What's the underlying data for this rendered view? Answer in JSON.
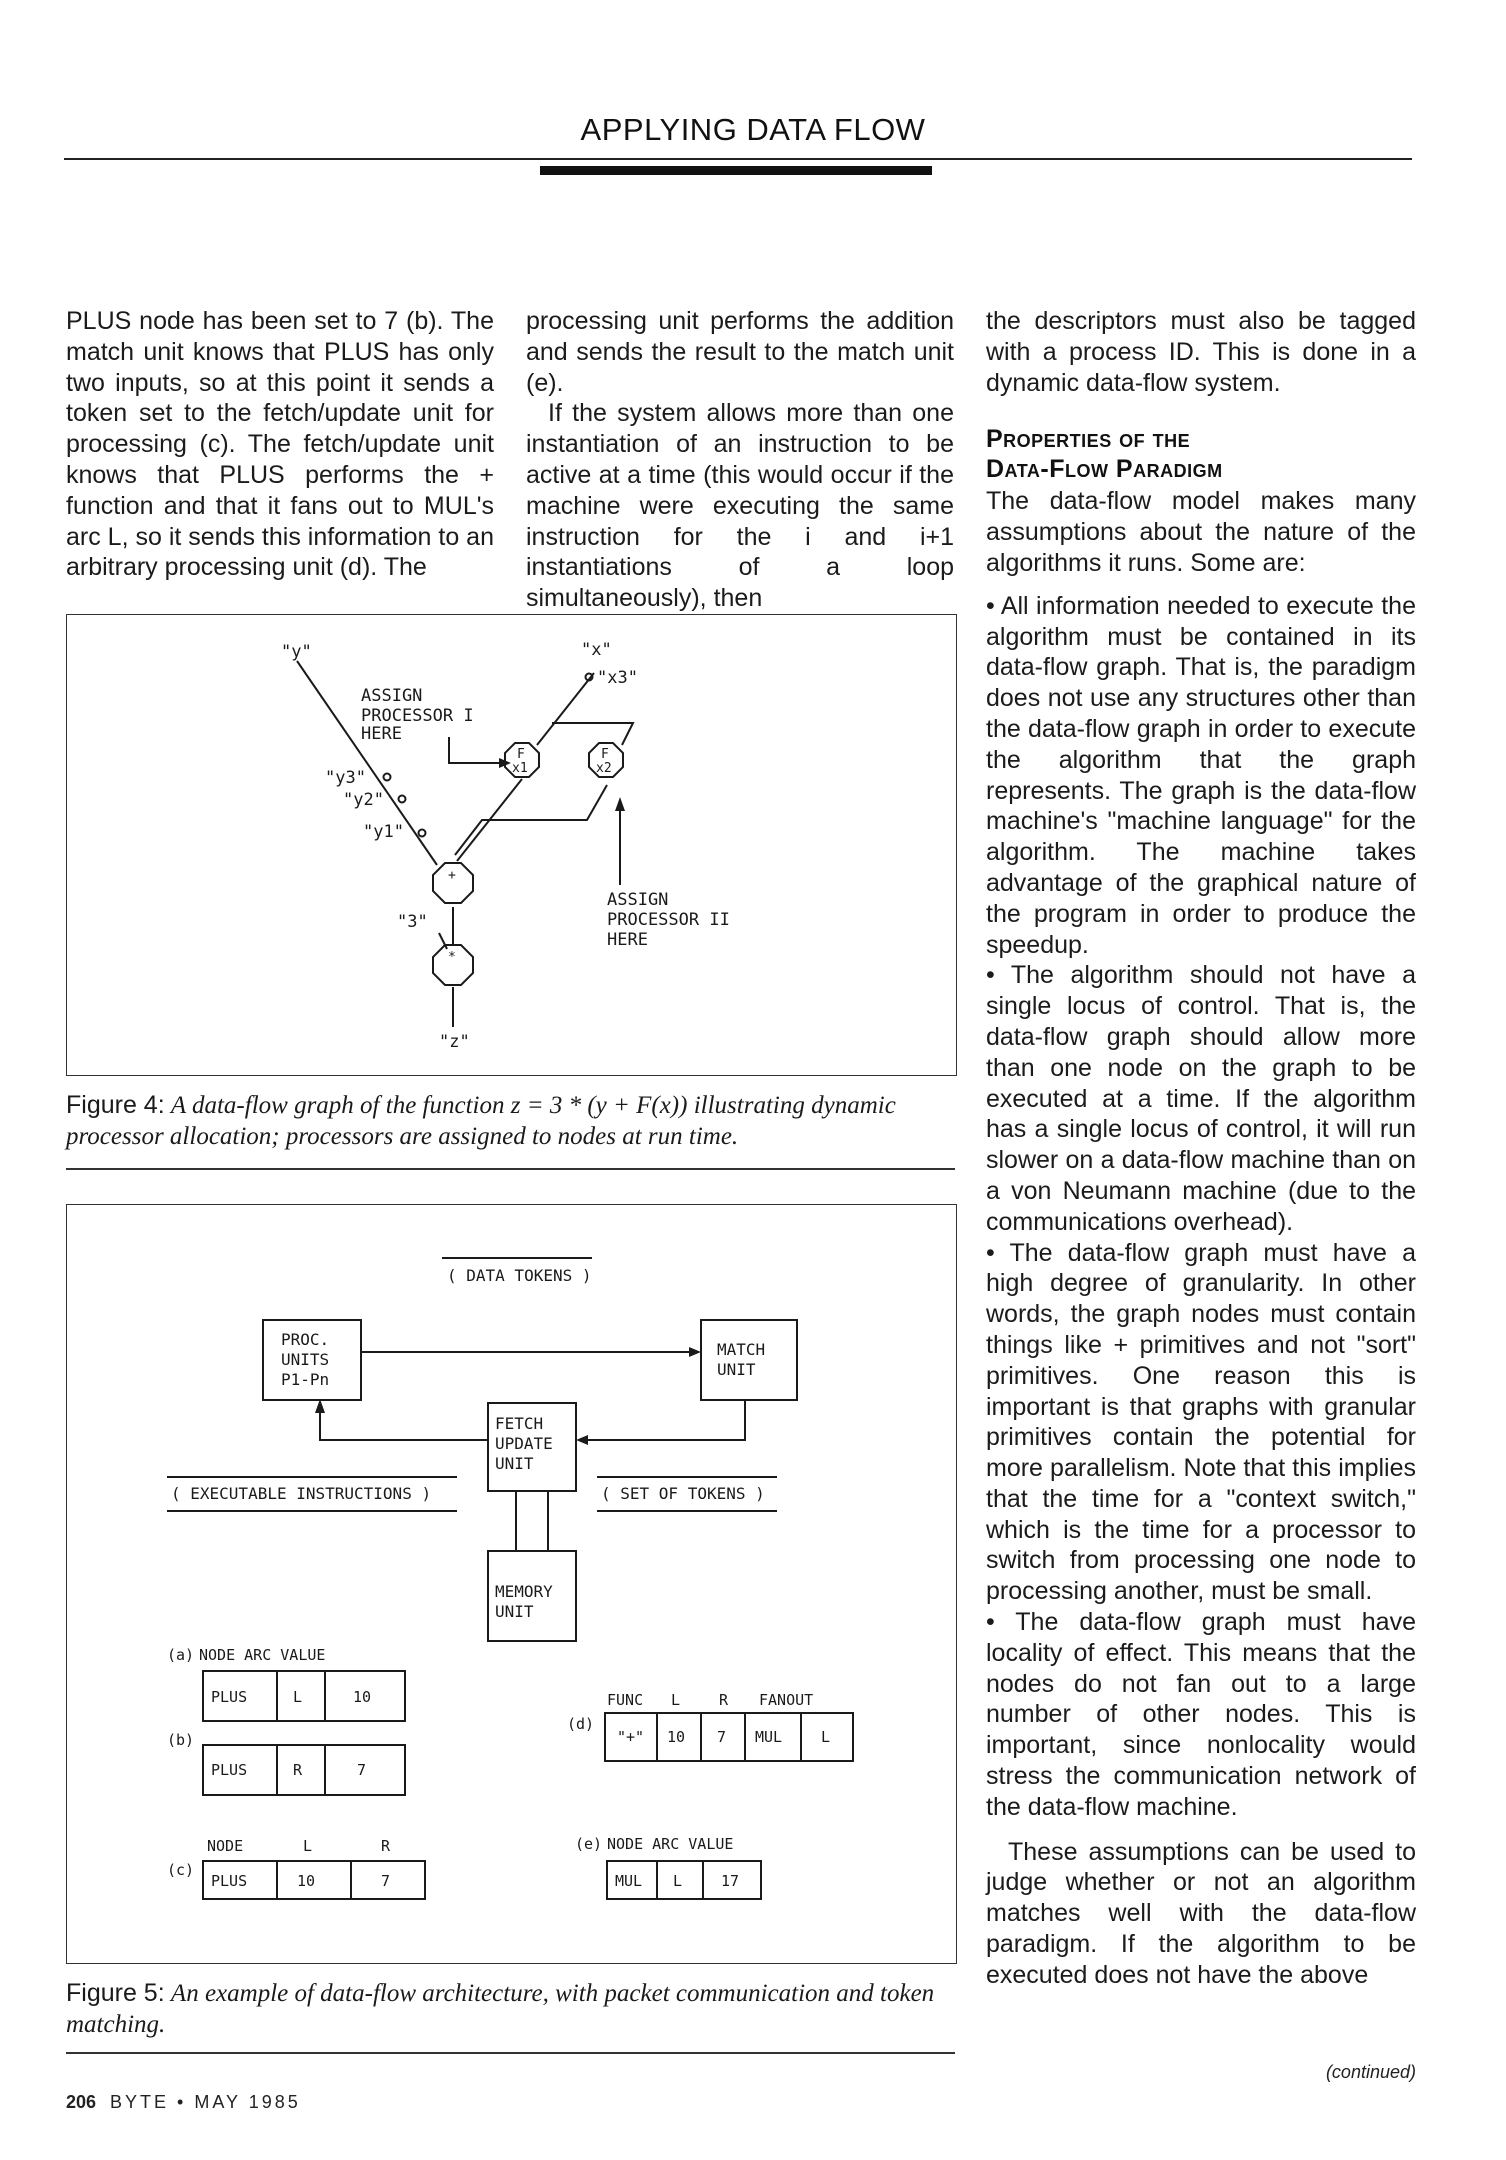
{
  "header": {
    "title": "APPLYING DATA FLOW"
  },
  "col1": {
    "p1": "PLUS node has been set to 7 (b). The match unit knows that PLUS has only two inputs, so at this point it sends a token set to the fetch/update unit for processing (c). The fetch/update unit knows that PLUS performs the + function and that it fans out to MUL's arc L, so it sends this information to an arbitrary processing unit (d). The"
  },
  "col2": {
    "p1": "processing unit performs the addition and sends the result to the match unit (e).",
    "p2": "If the system allows more than one instantiation of an instruction to be active at a time (this would occur if the machine were executing the same instruction for the i and i+1 instantiations of a loop simultaneously), then"
  },
  "col3": {
    "p1": "the descriptors must also be tagged with a process ID. This is done in a dynamic data-flow system.",
    "heading_line1": "Properties of the",
    "heading_line2": "Data-Flow Paradigm",
    "p2": "The data-flow model makes many assumptions about the nature of the algorithms it runs. Some are:",
    "bullet_glyph": "•",
    "bullets": [
      "All information needed to execute the algorithm must be contained in its data-flow graph. That is, the paradigm does not use any structures other than the data-flow graph in order to execute the algorithm that the graph represents. The graph is the data-flow machine's \"machine language\" for the algorithm. The machine takes advantage of the graphical nature of the program in order to produce the speedup.",
      "The algorithm should not have a single locus of control. That is, the data-flow graph should allow more than one node on the graph to be executed at a time. If the algorithm has a single locus of control, it will run slower on a data-flow machine than on a von Neumann machine (due to the communications overhead).",
      "The data-flow graph must have a high degree of granularity. In other words, the graph nodes must contain things like + primitives and not \"sort\" primitives. One reason this is important is that graphs with granular primitives contain the potential for more parallelism. Note that this implies that the time for a \"context switch,\" which is the time for a processor to switch from processing one node to processing another, must be small.",
      "The data-flow graph must have locality of effect. This means that the nodes do not fan out to a large number of other nodes. This is important, since nonlocality would stress the communication network of the data-flow machine."
    ],
    "p3": "These assumptions can be used to judge whether or not an algorithm matches well with the data-flow paradigm. If the algorithm to be executed does not have the above",
    "continued": "(continued)"
  },
  "fig4": {
    "caption_label": "Figure 4:",
    "caption_text": "A data-flow graph of the function z = 3 * (y + F(x)) illustrating dynamic processor allocation; processors are assigned to nodes at run time.",
    "labels": {
      "y": "\"y\"",
      "x": "\"x\"",
      "x3": "\"x3\"",
      "y3": "\"y3\"",
      "y2": "\"y2\"",
      "y1": "\"y1\"",
      "three": "\"3\"",
      "z": "\"z\"",
      "assign1_l1": "ASSIGN",
      "assign1_l2": "PROCESSOR I",
      "assign1_l3": "HERE",
      "assign2_l1": "ASSIGN",
      "assign2_l2": "PROCESSOR II",
      "assign2_l3": "HERE",
      "f_top": "F",
      "f1_bottom": "x1",
      "f2_bottom": "x2",
      "plus": "+",
      "mult": "*"
    }
  },
  "fig5": {
    "caption_label": "Figure 5:",
    "caption_text": "An example of data-flow architecture, with packet communication and token matching.",
    "labels": {
      "data_tokens": "( DATA TOKENS )",
      "proc_l1": "PROC.",
      "proc_l2": "UNITS",
      "proc_l3": "P1-Pn",
      "match_l1": "MATCH",
      "match_l2": "UNIT",
      "fetch_l1": "FETCH",
      "fetch_l2": "UPDATE",
      "fetch_l3": "UNIT",
      "exec": "( EXECUTABLE  INSTRUCTIONS )",
      "set": "( SET  OF  TOKENS )",
      "mem_l1": "MEMORY",
      "mem_l2": "UNIT",
      "a_tag": "(a)",
      "a_header": "NODE  ARC  VALUE",
      "a_row": [
        "PLUS",
        "L",
        "10"
      ],
      "b_tag": "(b)",
      "b_row": [
        "PLUS",
        "R",
        "7"
      ],
      "c_tag": "(c)",
      "c_header": [
        "NODE",
        "L",
        "R"
      ],
      "c_row": [
        "PLUS",
        "10",
        "7"
      ],
      "d_tag": "(d)",
      "d_header": [
        "FUNC",
        "L",
        "R",
        "FANOUT"
      ],
      "d_row": [
        "\"+\"",
        "10",
        "7",
        "MUL",
        "L"
      ],
      "e_tag": "(e)",
      "e_header": "NODE  ARC  VALUE",
      "e_row": [
        "MUL",
        "L",
        "17"
      ]
    }
  },
  "footer": {
    "page": "206",
    "magazine": "BYTE • MAY 1985"
  }
}
